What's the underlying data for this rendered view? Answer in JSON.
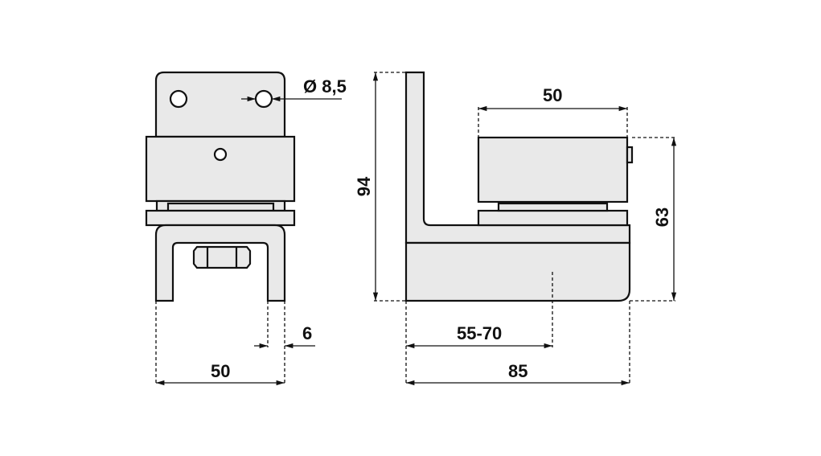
{
  "front_view": {
    "hole_diameter_label": "Ø 8,5",
    "leg_thickness_label": "6",
    "width_label": "50"
  },
  "side_view": {
    "height_label": "94",
    "body_height_label": "63",
    "top_width_label": "50",
    "range_label": "55-70",
    "length_label": "85"
  }
}
